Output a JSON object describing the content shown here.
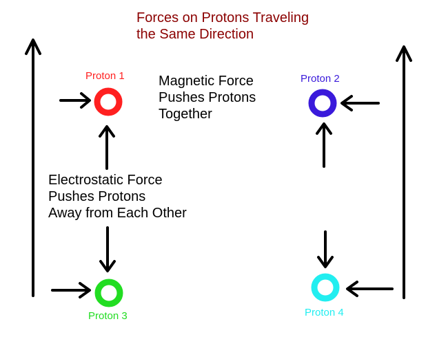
{
  "title": {
    "line1": "Forces on Protons Traveling",
    "line2": "the Same Direction"
  },
  "magnetic_note": {
    "line1": "Magnetic Force",
    "line2": "Pushes Protons",
    "line3": "Together"
  },
  "electrostatic_note": {
    "line1": "Electrostatic Force",
    "line2": "Pushes Protons",
    "line3": "Away from Each Other"
  },
  "protons": [
    {
      "label": "Proton 1",
      "color": "#ff2020"
    },
    {
      "label": "Proton 2",
      "color": "#3a1adb"
    },
    {
      "label": "Proton 3",
      "color": "#22dd22"
    },
    {
      "label": "Proton 4",
      "color": "#22eef0"
    }
  ],
  "colors": {
    "title": "#8b0000",
    "arrow": "#000000"
  },
  "icons": [
    "arrow-icon",
    "ring-icon"
  ]
}
